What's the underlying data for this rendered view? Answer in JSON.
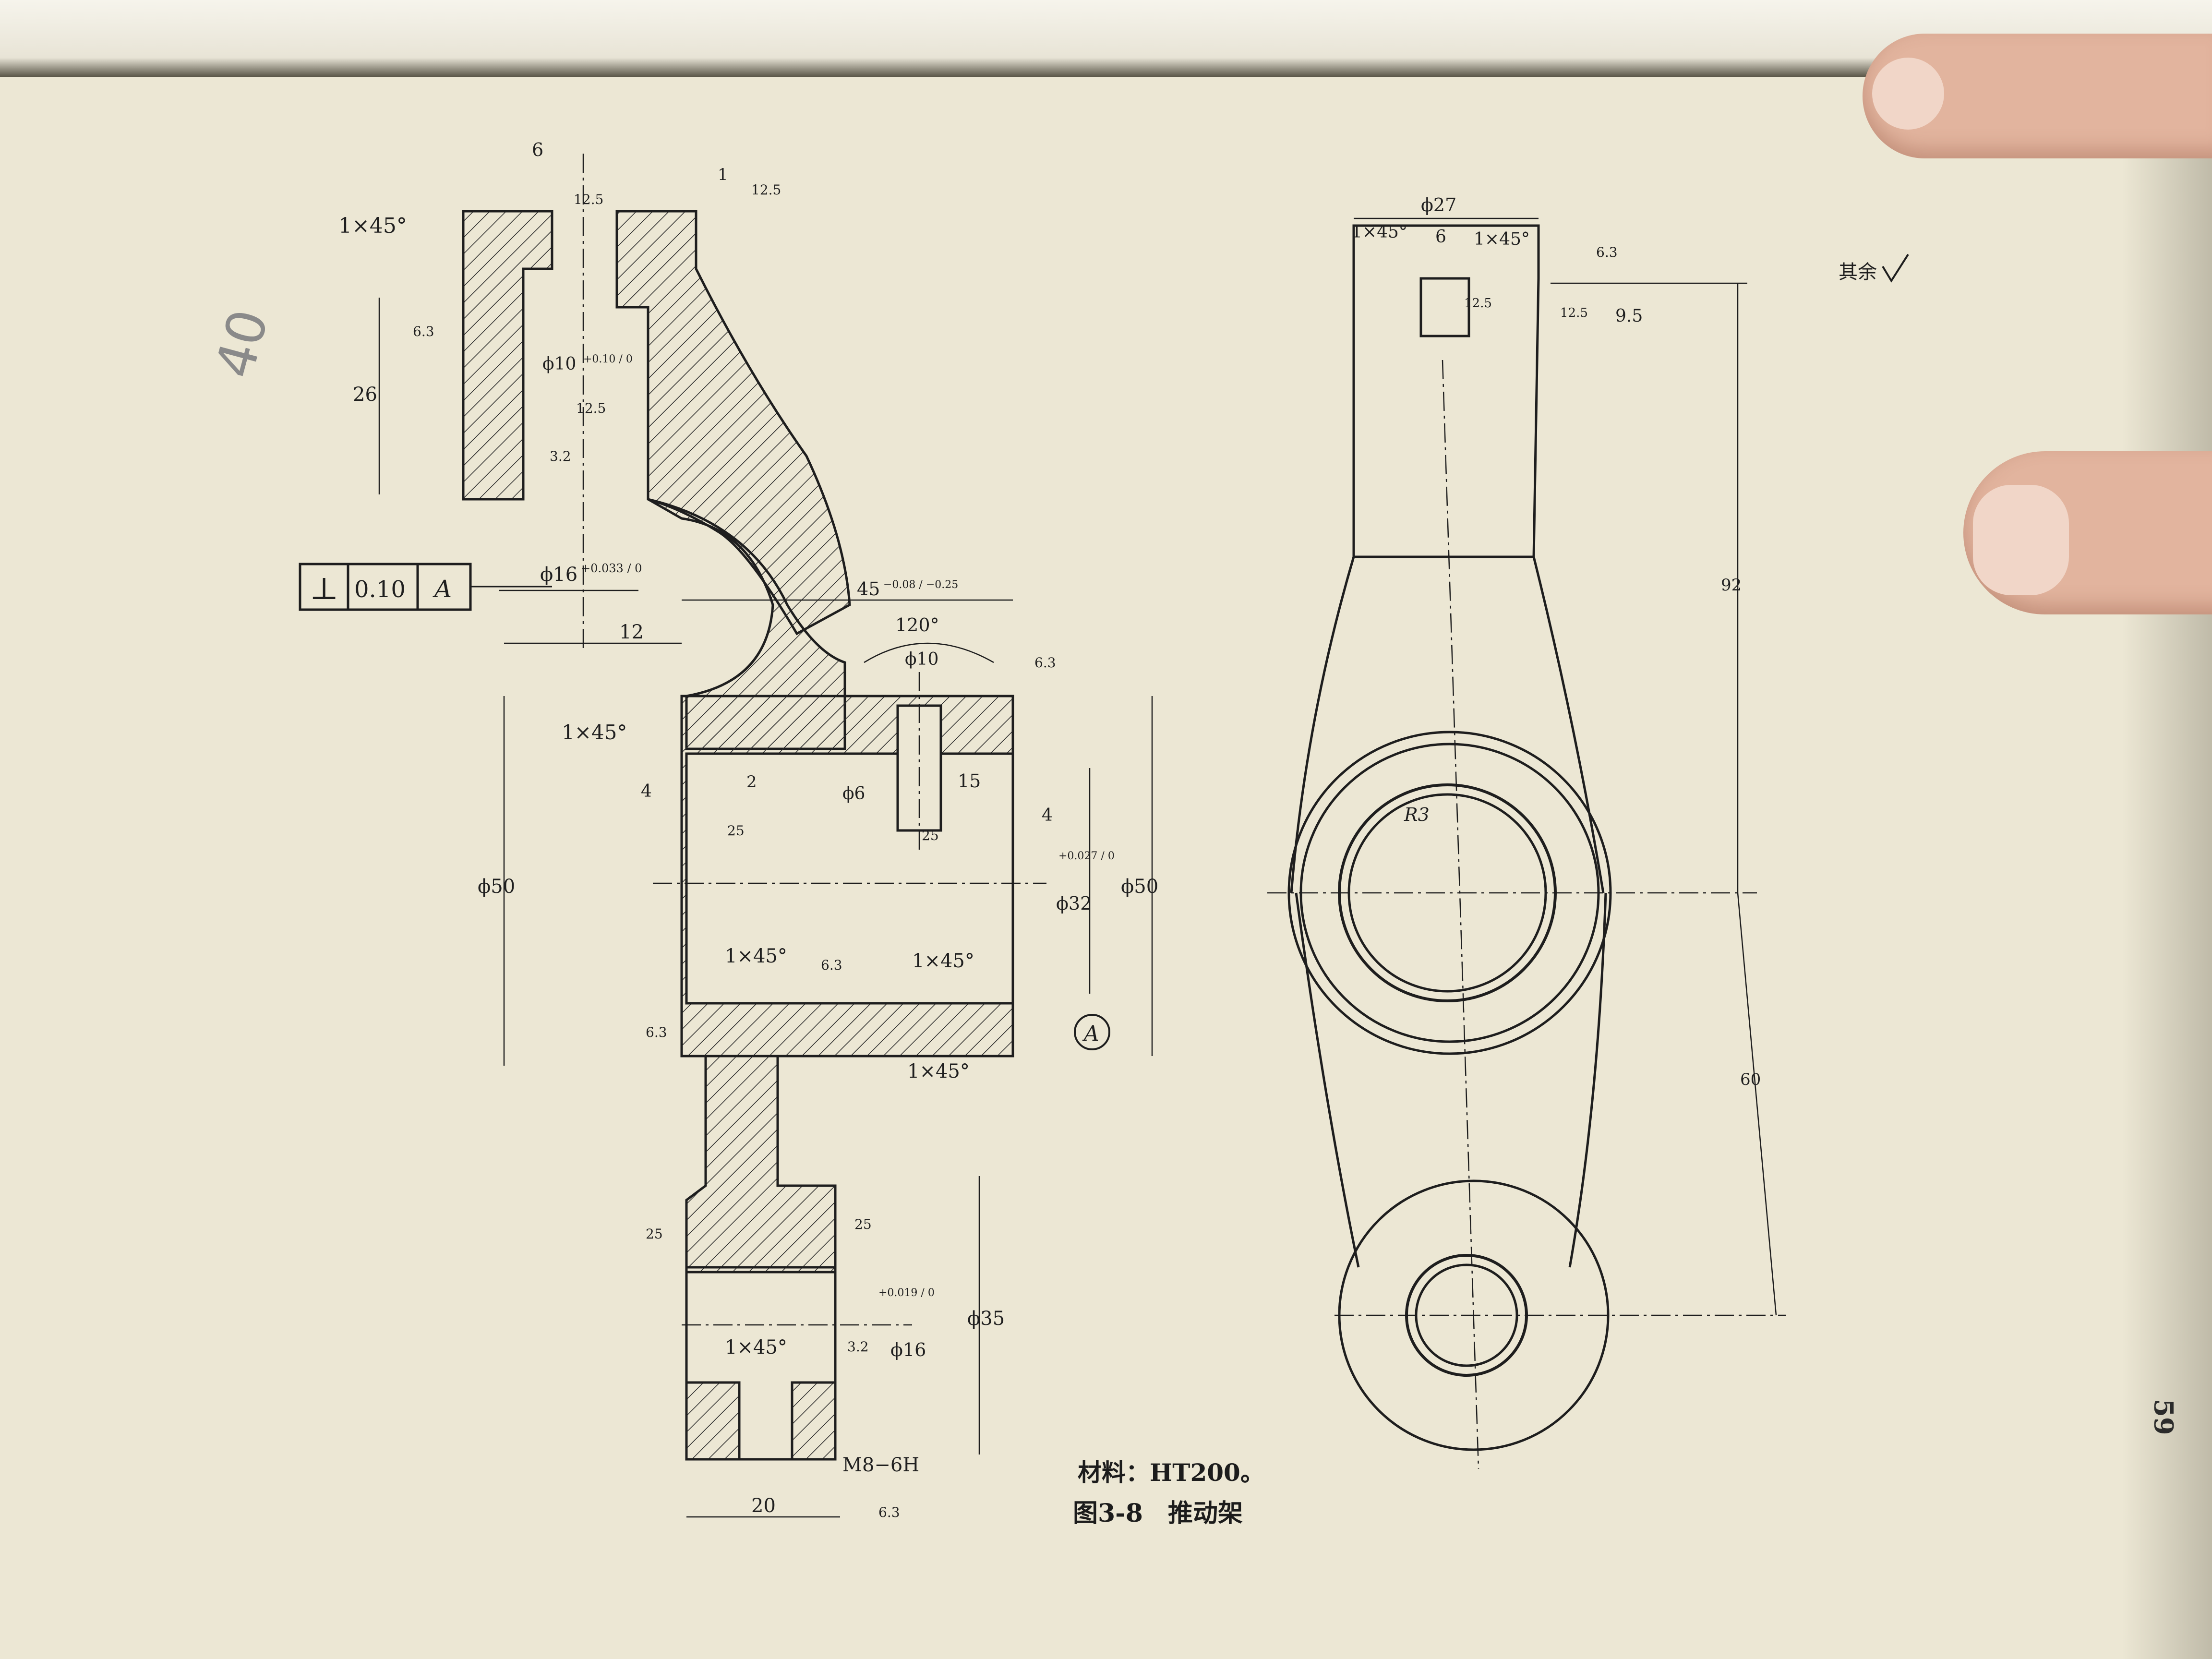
{
  "page": {
    "number": "59"
  },
  "caption": {
    "material": "材料：HT200。",
    "figure": "图3-8　推动架"
  },
  "roughness_note": "其余",
  "pencil_note": "40",
  "datum": {
    "symbol": "⊥",
    "tolerance": "0.10",
    "reference": "A"
  },
  "section_view": {
    "dims": {
      "top_slot_width": "6",
      "top_slot_rough": "12.5",
      "chamfer_top": "1×45°",
      "step_1": "1",
      "rough_12_5_a": "12.5",
      "rough_6_3_a": "6.3",
      "height_26": "26",
      "bore_10": "ϕ10",
      "bore_10_tol": "+0.10 / 0",
      "rough_12_5_b": "12.5",
      "rough_3_2": "3.2",
      "bore_16": "ϕ16",
      "bore_16_tol": "+0.033 / 0",
      "offset_12": "12",
      "len_45": "45",
      "len_45_tol": "−0.08 / −0.25",
      "angle_120": "120°",
      "hole_10": "ϕ10",
      "rough_6_3_b": "6.3",
      "chamfer_mid": "1×45°",
      "dim_2": "2",
      "dim_15": "15",
      "dim_4_left": "4",
      "hole_6": "ϕ6",
      "dim_4_right": "4",
      "rough_25_a": "25",
      "rough_25_b": "25",
      "dia_50_left": "ϕ50",
      "dia_32": "ϕ32",
      "dia_32_tol": "+0.027 / 0",
      "dia_50_right": "ϕ50",
      "datum_A": "A",
      "chamfer_inner_l": "1×45°",
      "rough_6_3_c": "6.3",
      "chamfer_inner_r": "1×45°",
      "rough_6_3_d": "6.3",
      "chamfer_low": "1×45°",
      "rough_25_c": "25",
      "rough_25_d": "25",
      "dia_35": "ϕ35",
      "bore_16b": "ϕ16",
      "bore_16b_tol": "+0.019 / 0",
      "rough_3_2b": "3.2",
      "chamfer_bottom": "1×45°",
      "thread": "M8−6H",
      "rough_6_3_e": "6.3",
      "width_20": "20"
    }
  },
  "side_view": {
    "dims": {
      "dia_27": "ϕ27",
      "chamfer_l": "1×45°",
      "slot_6": "6",
      "chamfer_r": "1×45°",
      "rough_12_5_a": "12.5",
      "rough_12_5_b": "12.5",
      "rough_6_3": "6.3",
      "dim_9_5": "9.5",
      "radius": "R3",
      "len_92": "92",
      "len_60": "60"
    }
  }
}
